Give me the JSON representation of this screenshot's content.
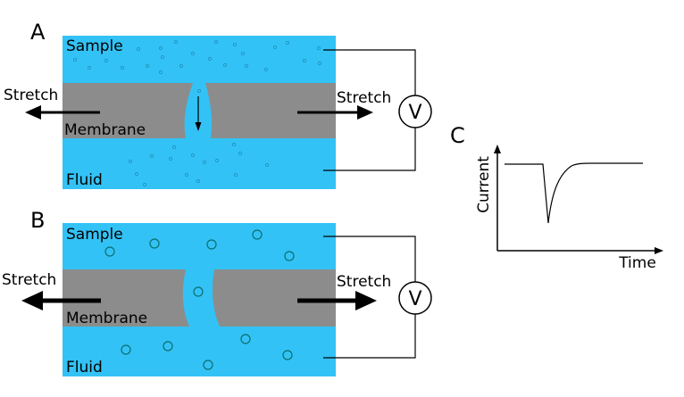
{
  "colors": {
    "fluid": "#33c2f5",
    "membrane": "#8c8c8c",
    "particle_fill": "#33c2f5",
    "particle_stroke_small": "#1a7fa8",
    "particle_stroke_large": "#0b6f70",
    "line": "#000000"
  },
  "panel_a": {
    "letter": "A",
    "sample_label": "Sample",
    "membrane_label": "Membrane",
    "fluid_label": "Fluid",
    "stretch_left": "Stretch",
    "stretch_right": "Stretch",
    "voltmeter": "V"
  },
  "panel_b": {
    "letter": "B",
    "sample_label": "Sample",
    "membrane_label": "Membrane",
    "fluid_label": "Fluid",
    "stretch_left": "Stretch",
    "stretch_right": "Stretch",
    "voltmeter": "V"
  },
  "panel_c": {
    "letter": "C",
    "ylabel": "Current",
    "xlabel": "Time"
  }
}
